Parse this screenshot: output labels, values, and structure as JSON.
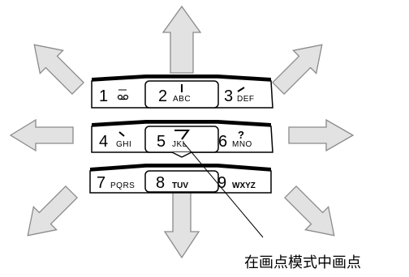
{
  "colors": {
    "arrow_fill": "#e2e2e2",
    "arrow_stroke": "#8a8a8a",
    "keys": "#000000",
    "background": "#ffffff"
  },
  "arrows": [
    "up",
    "up-right",
    "right",
    "down-right",
    "down",
    "down-left",
    "left",
    "up-left"
  ],
  "keypad": {
    "rows": [
      {
        "keys": [
          {
            "digit": "1",
            "letters": "",
            "glyph": "voicemail-icon"
          },
          {
            "digit": "2",
            "letters": "ABC",
            "glyph": "up-tick-icon"
          },
          {
            "digit": "3",
            "letters": "DEF",
            "glyph": "slash-icon"
          }
        ]
      },
      {
        "keys": [
          {
            "digit": "4",
            "letters": "GHI",
            "glyph": "backtick-icon"
          },
          {
            "digit": "5",
            "letters": "JKL",
            "glyph": "seven-stroke-icon"
          },
          {
            "digit": "6",
            "letters": "MNO",
            "glyph": "question-icon"
          }
        ]
      },
      {
        "keys": [
          {
            "digit": "7",
            "letters": "PQRS",
            "glyph": ""
          },
          {
            "digit": "8",
            "letters": "TUV",
            "glyph": ""
          },
          {
            "digit": "9",
            "letters": "WXYZ",
            "glyph": ""
          }
        ]
      }
    ]
  },
  "caption": "在画点模式中画点"
}
